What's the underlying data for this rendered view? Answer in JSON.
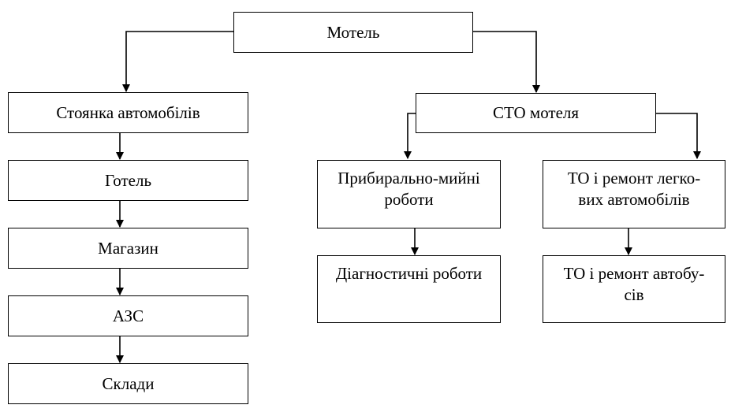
{
  "diagram": {
    "root": "Мотель",
    "left_branch": {
      "items": [
        "Стоянка автомобілів",
        "Готель",
        "Магазин",
        "АЗС",
        "Склади"
      ]
    },
    "right_branch": {
      "title": "СТО мотеля",
      "left_column": [
        "Прибирально-мийні\nроботи",
        "Діагностичні роботи"
      ],
      "right_column": [
        "ТО і ремонт легко-\nвих автомобілів",
        "ТО і ремонт автобу-\nсів"
      ]
    }
  }
}
